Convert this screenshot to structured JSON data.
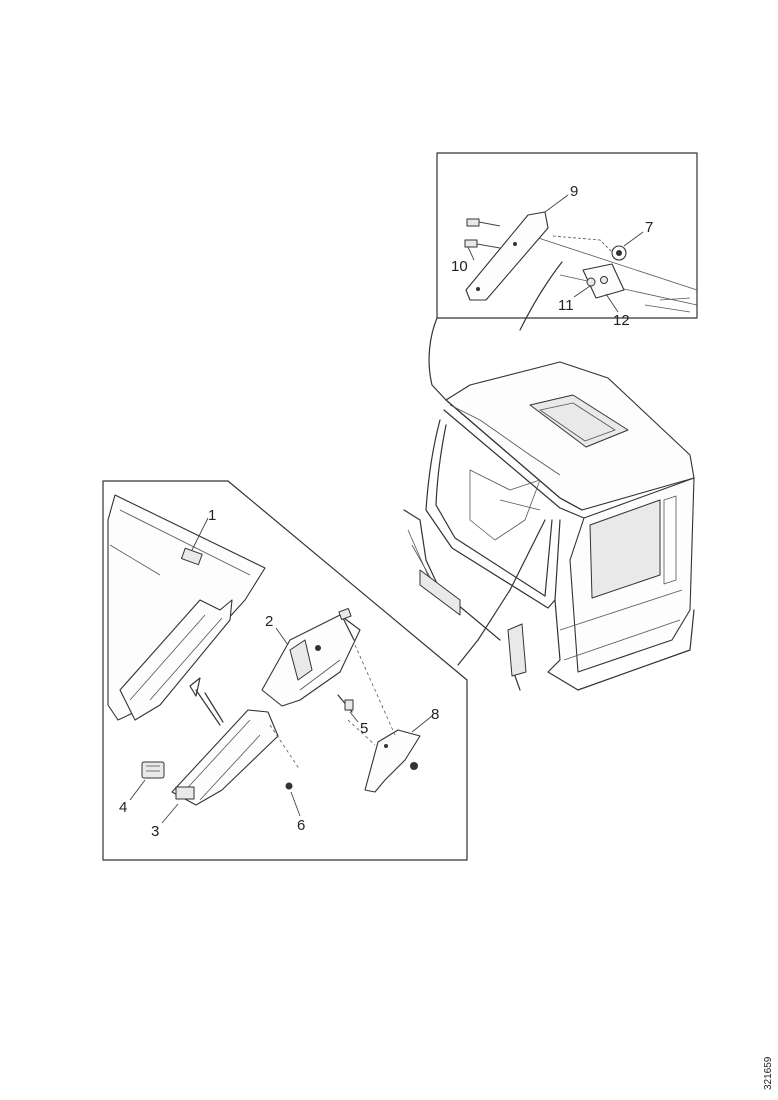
{
  "callouts": {
    "c1": "1",
    "c2": "2",
    "c3": "3",
    "c4": "4",
    "c5": "5",
    "c6": "6",
    "c7": "7",
    "c8": "8",
    "c9": "9",
    "c10": "10",
    "c11": "11",
    "c12": "12"
  },
  "document_code": "321659"
}
